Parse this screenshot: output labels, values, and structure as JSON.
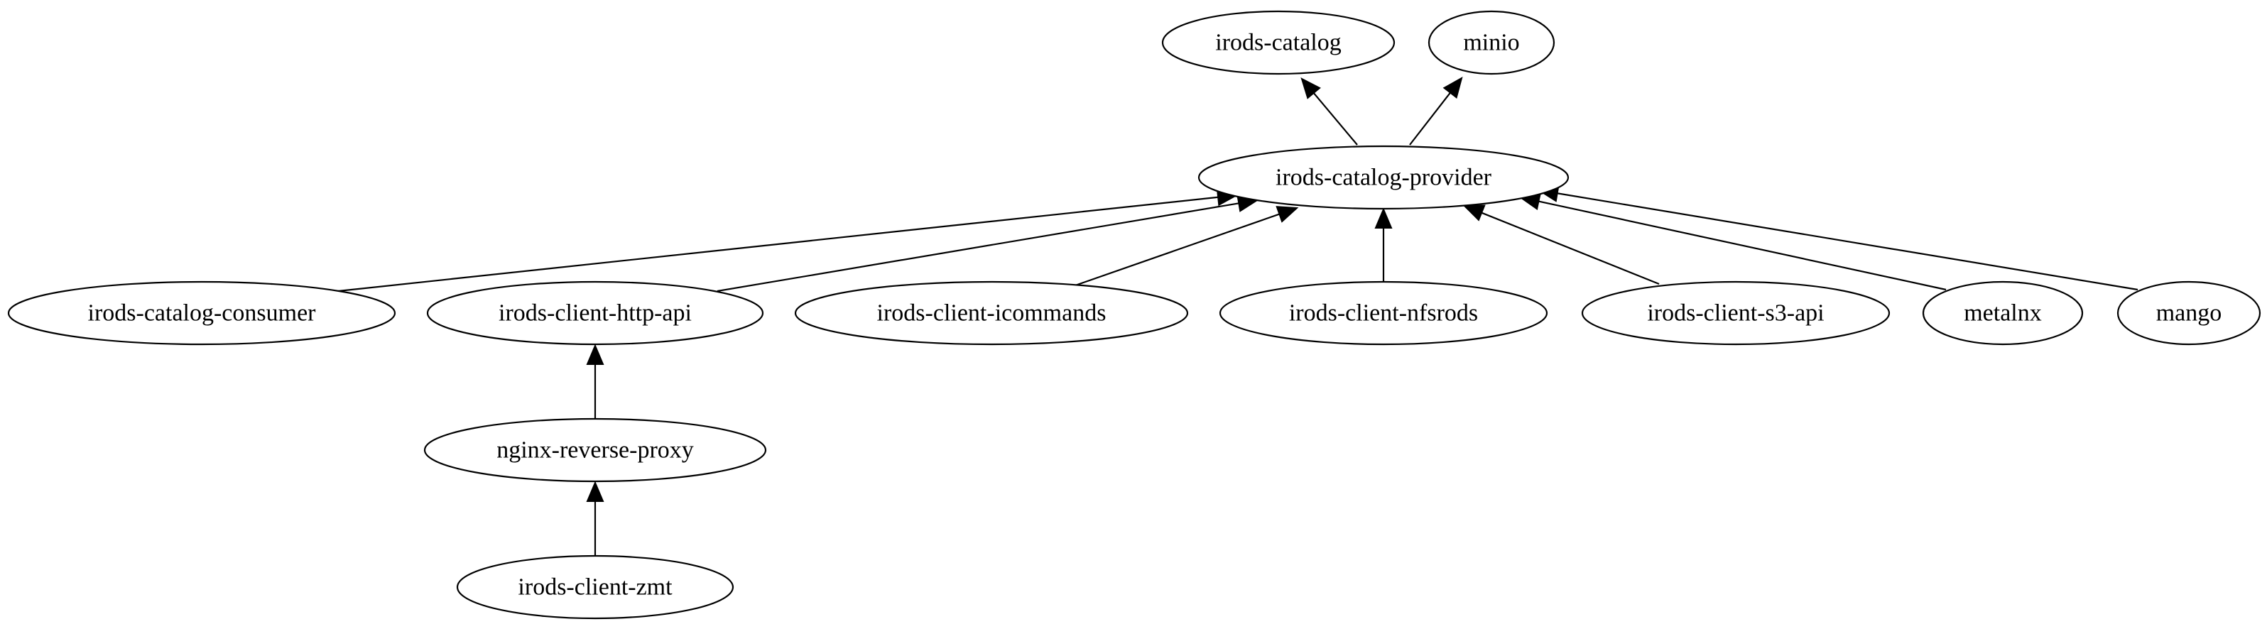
{
  "diagram": {
    "type": "dependency-graph",
    "colors": {
      "background": "#ffffff",
      "stroke": "#000000",
      "text": "#000000"
    },
    "nodes": [
      {
        "id": "irods-catalog",
        "label": "irods-catalog"
      },
      {
        "id": "minio",
        "label": "minio"
      },
      {
        "id": "irods-catalog-provider",
        "label": "irods-catalog-provider"
      },
      {
        "id": "irods-catalog-consumer",
        "label": "irods-catalog-consumer"
      },
      {
        "id": "irods-client-http-api",
        "label": "irods-client-http-api"
      },
      {
        "id": "irods-client-icommands",
        "label": "irods-client-icommands"
      },
      {
        "id": "irods-client-nfsrods",
        "label": "irods-client-nfsrods"
      },
      {
        "id": "irods-client-s3-api",
        "label": "irods-client-s3-api"
      },
      {
        "id": "metalnx",
        "label": "metalnx"
      },
      {
        "id": "mango",
        "label": "mango"
      },
      {
        "id": "nginx-reverse-proxy",
        "label": "nginx-reverse-proxy"
      },
      {
        "id": "irods-client-zmt",
        "label": "irods-client-zmt"
      }
    ],
    "edges": [
      {
        "from": "irods-catalog-provider",
        "to": "irods-catalog"
      },
      {
        "from": "irods-catalog-provider",
        "to": "minio"
      },
      {
        "from": "irods-catalog-consumer",
        "to": "irods-catalog-provider"
      },
      {
        "from": "irods-client-http-api",
        "to": "irods-catalog-provider"
      },
      {
        "from": "irods-client-icommands",
        "to": "irods-catalog-provider"
      },
      {
        "from": "irods-client-nfsrods",
        "to": "irods-catalog-provider"
      },
      {
        "from": "irods-client-s3-api",
        "to": "irods-catalog-provider"
      },
      {
        "from": "metalnx",
        "to": "irods-catalog-provider"
      },
      {
        "from": "mango",
        "to": "irods-catalog-provider"
      },
      {
        "from": "nginx-reverse-proxy",
        "to": "irods-client-http-api"
      },
      {
        "from": "irods-client-zmt",
        "to": "nginx-reverse-proxy"
      }
    ]
  }
}
